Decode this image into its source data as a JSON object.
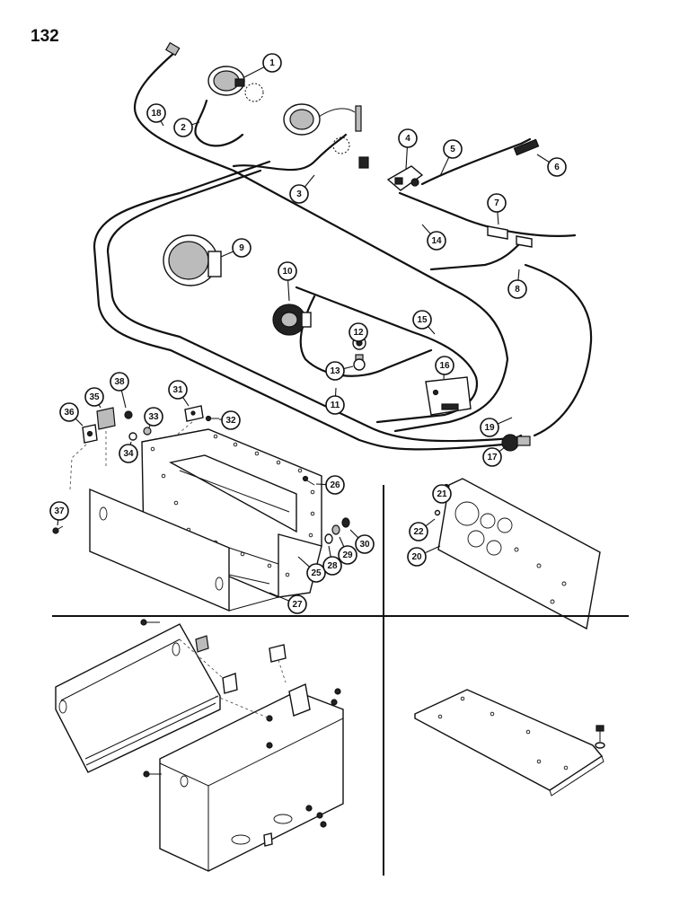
{
  "page": {
    "number": "132"
  },
  "callouts": [
    "1",
    "2",
    "3",
    "4",
    "5",
    "6",
    "7",
    "8",
    "9",
    "10",
    "11",
    "12",
    "13",
    "14",
    "15",
    "16",
    "17",
    "18",
    "19",
    "20",
    "21",
    "22",
    "25",
    "26",
    "27",
    "28",
    "29",
    "30",
    "31",
    "32",
    "33",
    "34",
    "35",
    "36",
    "37",
    "38"
  ]
}
